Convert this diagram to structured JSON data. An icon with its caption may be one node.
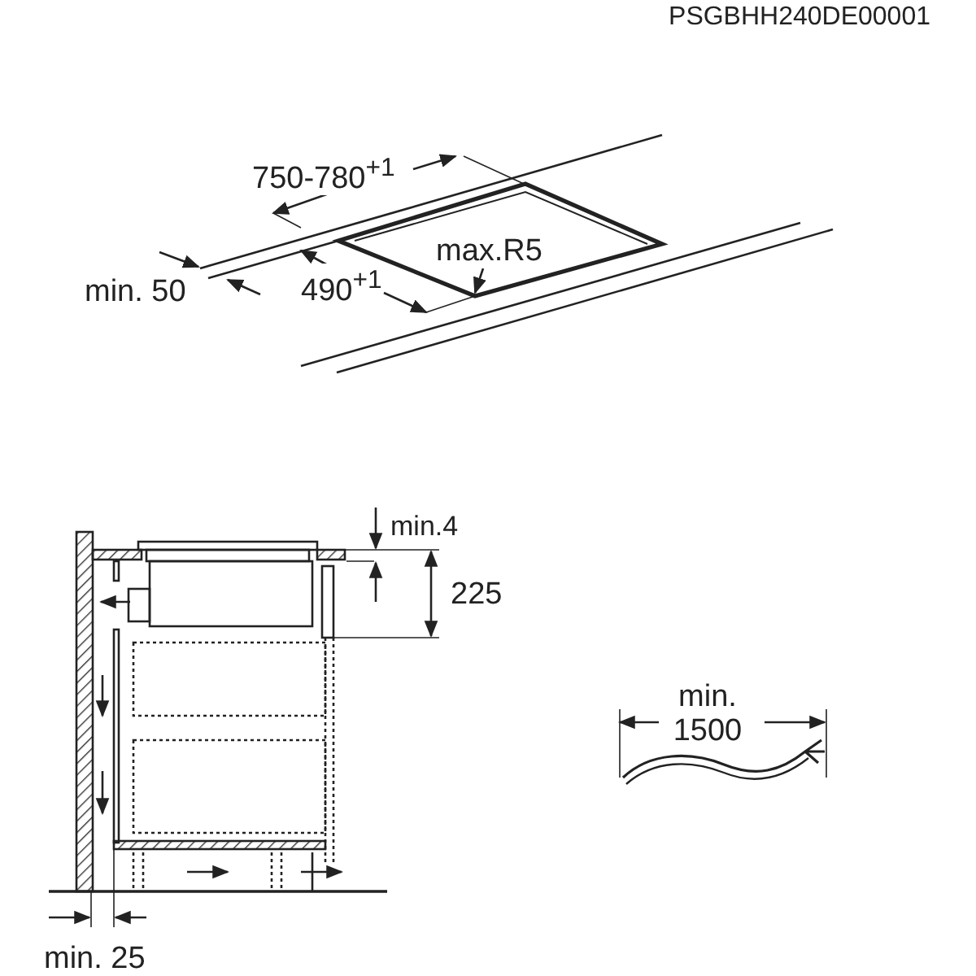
{
  "diagram": {
    "labels": [
      "PSGBHH240DE00001",
      "750-780$^{+1}$",
      "max.R5",
      "min. 50",
      "490$^{+1}$",
      "min.4",
      "225",
      "min. 1500",
      "min. 25"
    ]
  }
}
